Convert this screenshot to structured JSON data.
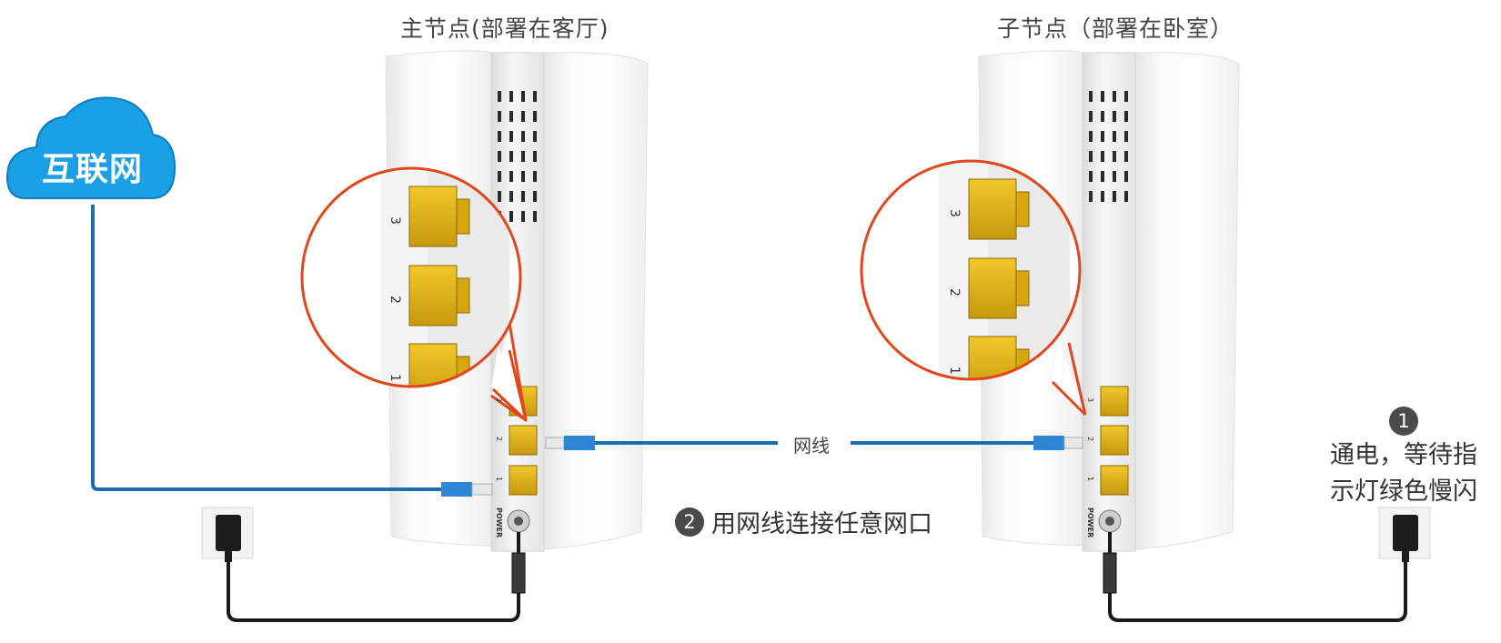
{
  "main_node": {
    "title": "主节点(部署在客厅)",
    "ports": [
      "3",
      "2",
      "1"
    ],
    "power_label": "POWER"
  },
  "sub_node": {
    "title": "子节点（部署在卧室）",
    "ports": [
      "3",
      "2",
      "1"
    ],
    "power_label": "POWER"
  },
  "internet": {
    "label": "互联网"
  },
  "cable": {
    "label": "网线"
  },
  "step1": {
    "number": "1",
    "line1": "通电，等待指",
    "line2": "示灯绿色慢闪"
  },
  "step2": {
    "number": "2",
    "text": "用网线连接任意网口"
  },
  "colors": {
    "cloud": "#1aa0e6",
    "cable": "#1b6fb0",
    "callout": "#e0471b",
    "port": "#e0b21a",
    "power_cord": "#1a1a1a"
  },
  "icons": [
    "cloud-icon",
    "router-icon",
    "ethernet-port-icon",
    "power-adapter-icon",
    "wall-outlet-icon",
    "rj45-plug-icon"
  ]
}
